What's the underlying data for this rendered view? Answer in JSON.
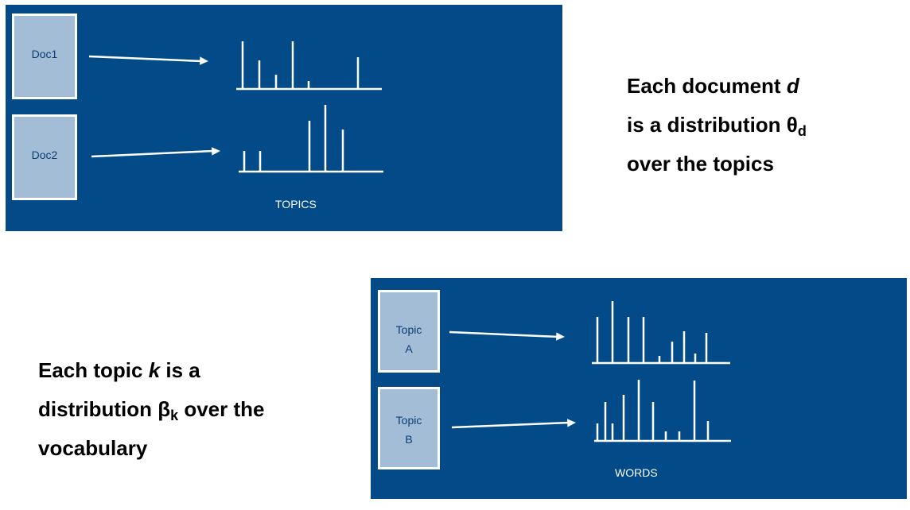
{
  "documents_panel": {
    "boxes": [
      "Doc1",
      "Doc2"
    ],
    "axis_label": "TOPICS"
  },
  "topics_panel": {
    "boxes": [
      {
        "line1": "Topic",
        "line2": "A"
      },
      {
        "line1": "Topic",
        "line2": "B"
      }
    ],
    "axis_label": "WORDS"
  },
  "caption_top": {
    "line1_prefix": "Each document ",
    "line1_var": "d",
    "line2_prefix": "is a distribution θ",
    "line2_sub": "d",
    "line3": "over the topics"
  },
  "caption_bottom": {
    "line1_prefix": "Each topic ",
    "line1_var": "k",
    "line1_suffix": " is a",
    "line2_prefix": "distribution β",
    "line2_sub": "k",
    "line2_suffix": " over the",
    "line3": "vocabulary"
  },
  "chart_data": [
    {
      "type": "bar",
      "name": "Doc1",
      "values": [
        0.6,
        0.36,
        0.18,
        0.6,
        0.1,
        0.4
      ]
    },
    {
      "type": "bar",
      "name": "Doc2",
      "values": [
        0.26,
        0.26,
        0.64,
        0.84,
        0.53
      ]
    },
    {
      "type": "bar",
      "name": "Topic A",
      "values": [
        0.58,
        0.78,
        0.58,
        0.58,
        0.09,
        0.27,
        0.4,
        0.12,
        0.38
      ]
    },
    {
      "type": "bar",
      "name": "Topic B",
      "values": [
        0.22,
        0.49,
        0.22,
        0.58,
        0.77,
        0.49,
        0.12,
        0.12,
        0.76,
        0.25
      ]
    }
  ],
  "colors": {
    "panel": "#024a88",
    "box": "#a4bdd6",
    "box_text": "#0a3d73",
    "lines": "#ffffff"
  }
}
